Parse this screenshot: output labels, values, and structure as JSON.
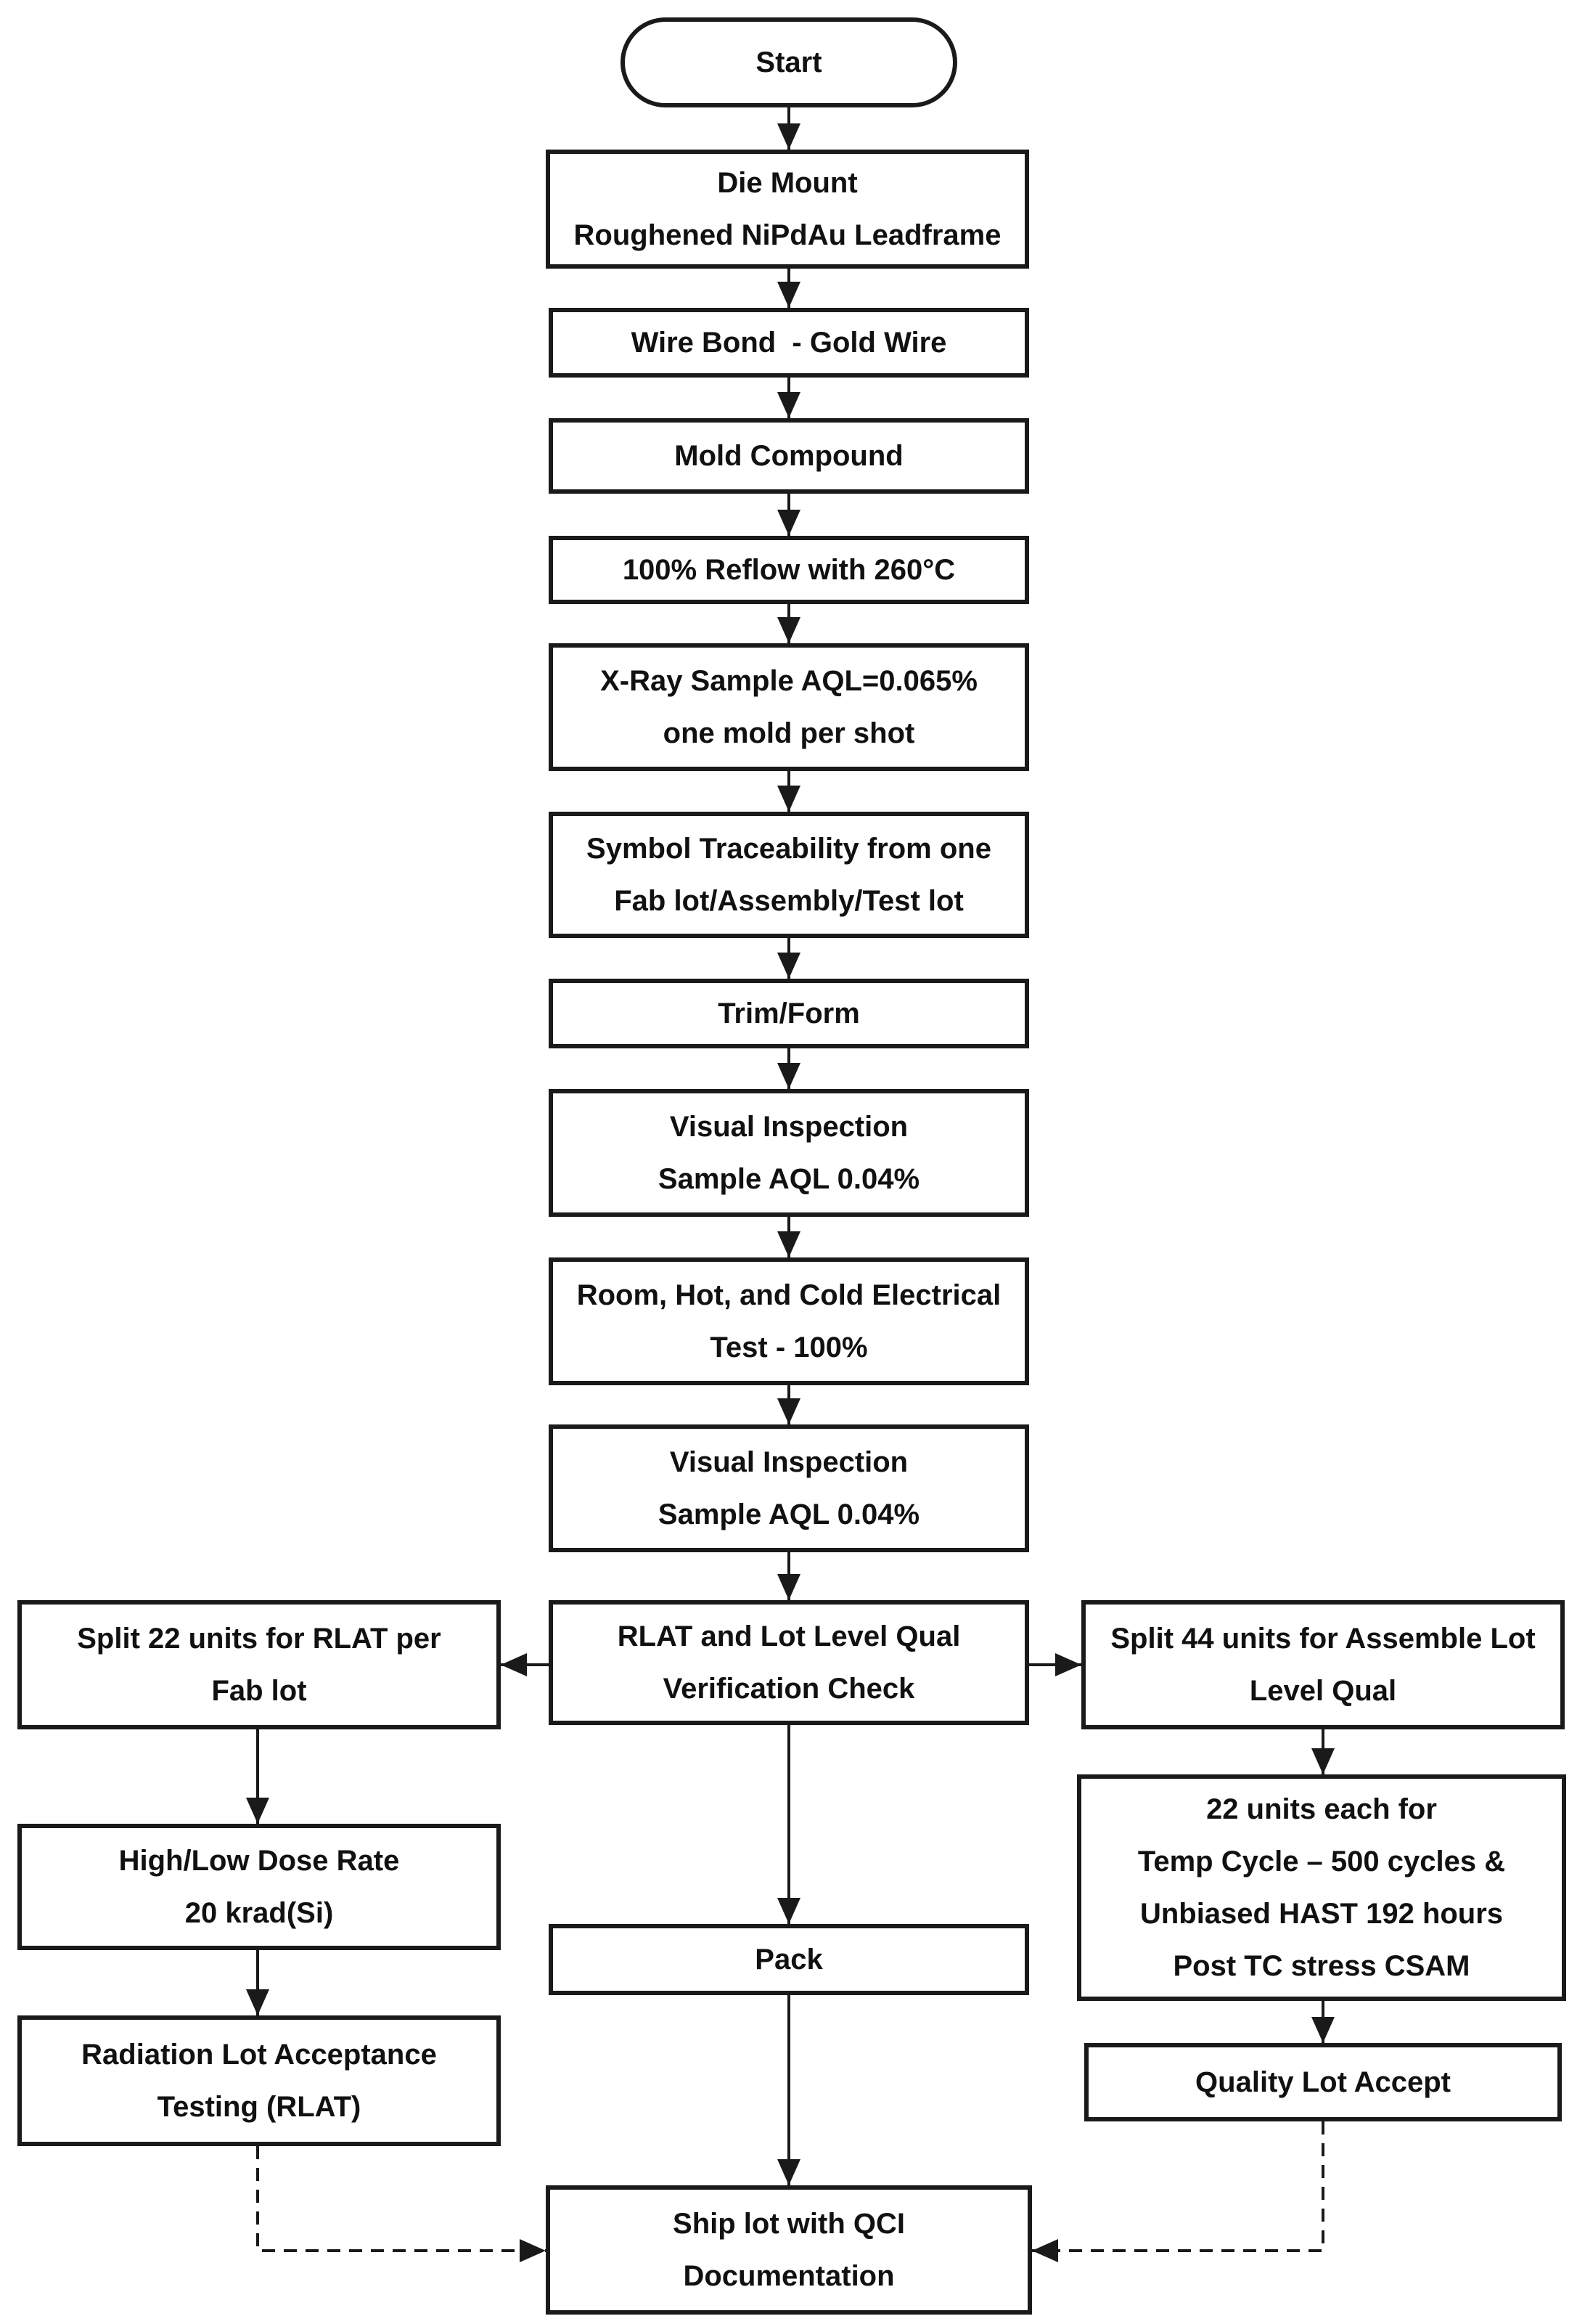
{
  "flowchart": {
    "start": "Start",
    "die_mount": [
      "Die Mount",
      "Roughened NiPdAu Leadframe"
    ],
    "wire_bond": "Wire Bond  - Gold Wire",
    "mold_compound": "Mold Compound",
    "reflow": "100% Reflow with 260°C",
    "xray": [
      "X-Ray Sample AQL=0.065%",
      "one mold per shot"
    ],
    "symbol": [
      "Symbol Traceability from one",
      "Fab lot/Assembly/Test lot"
    ],
    "trim_form": "Trim/Form",
    "visual1": [
      "Visual Inspection",
      "Sample AQL 0.04%"
    ],
    "electrical": [
      "Room, Hot, and Cold Electrical",
      "Test - 100%"
    ],
    "visual2": [
      "Visual Inspection",
      "Sample AQL 0.04%"
    ],
    "rlat_check": [
      "RLAT and Lot Level Qual",
      "Verification Check"
    ],
    "split22": [
      "Split 22 units for RLAT per",
      "Fab lot"
    ],
    "split44": [
      "Split 44 units for Assemble Lot",
      "Level Qual"
    ],
    "dose_rate": [
      "High/Low Dose Rate",
      "20 krad(Si)"
    ],
    "temp_cycle": [
      "22 units each for",
      "Temp Cycle – 500 cycles &",
      "Unbiased HAST 192 hours",
      "Post TC stress CSAM"
    ],
    "pack": "Pack",
    "radiation": [
      "Radiation Lot Acceptance",
      "Testing (RLAT)"
    ],
    "quality": "Quality Lot Accept",
    "ship": [
      "Ship lot with QCI",
      "Documentation"
    ]
  },
  "colors": {
    "stroke": "#1a1a1a",
    "text": "#111111",
    "background": "#ffffff"
  }
}
